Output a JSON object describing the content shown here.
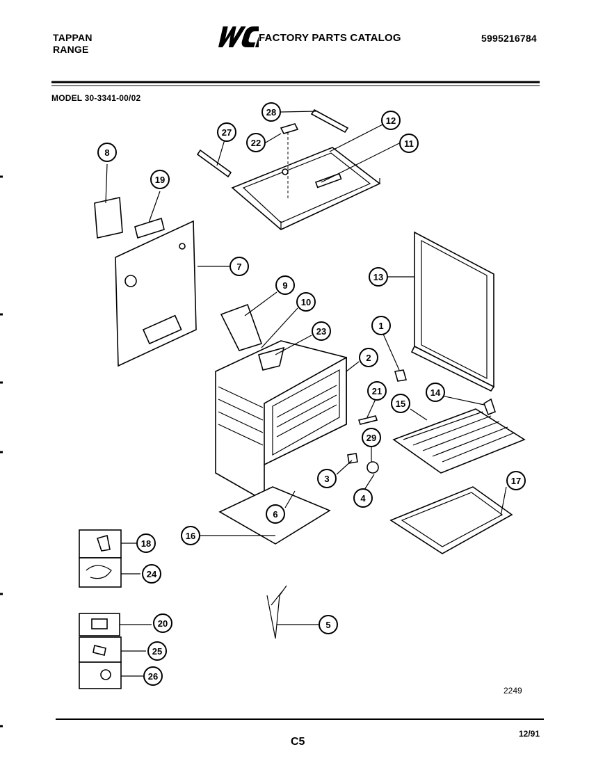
{
  "header": {
    "brand_line1": "TAPPAN",
    "brand_line2": "RANGE",
    "logo_text": "WCI",
    "catalog_title": "FACTORY PARTS CATALOG",
    "catalog_number": "5995216784",
    "model": "MODEL 30-3341-00/02"
  },
  "footer": {
    "diagram_code": "2249",
    "page_label": "C5",
    "date": "12/91"
  },
  "callouts": [
    "1",
    "2",
    "3",
    "4",
    "5",
    "6",
    "7",
    "8",
    "9",
    "10",
    "11",
    "12",
    "13",
    "14",
    "15",
    "16",
    "17",
    "18",
    "19",
    "20",
    "21",
    "22",
    "23",
    "24",
    "25",
    "26",
    "27",
    "28",
    "29"
  ]
}
